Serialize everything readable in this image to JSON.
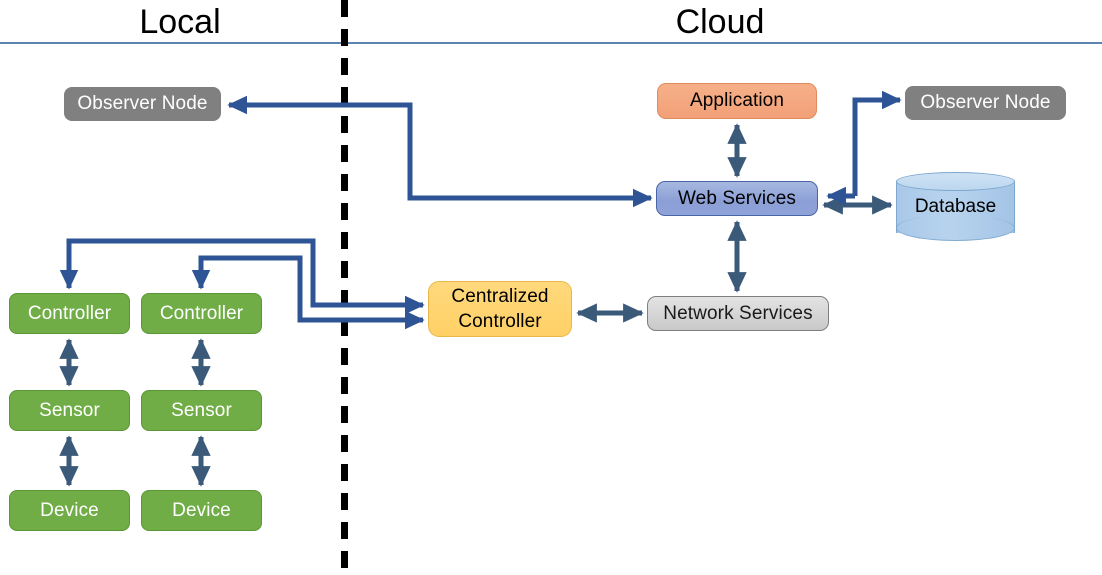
{
  "diagram": {
    "title_left": "Local",
    "title_right": "Cloud",
    "colors": {
      "header_rule": "#5b84b1",
      "divider": "#000000",
      "green_node": "#70ad47",
      "gray_node": "#808080",
      "orange_node": "#f2a077",
      "blue_node": "#8b9fd6",
      "yellow_node": "#ffd066",
      "gray_light_node": "#c9c9c9",
      "database_node": "#a9c8e8",
      "connector_dark": "#3b5a7a",
      "connector_blue": "#2e5496"
    }
  },
  "local": {
    "observer_node": "Observer Node",
    "columns": [
      {
        "controller": "Controller",
        "sensor": "Sensor",
        "device": "Device"
      },
      {
        "controller": "Controller",
        "sensor": "Sensor",
        "device": "Device"
      }
    ]
  },
  "cloud": {
    "application": "Application",
    "web_services": "Web Services",
    "observer_node": "Observer Node",
    "database": "Database",
    "network_services": "Network Services",
    "centralized_controller_line1": "Centralized",
    "centralized_controller_line2": "Controller"
  }
}
